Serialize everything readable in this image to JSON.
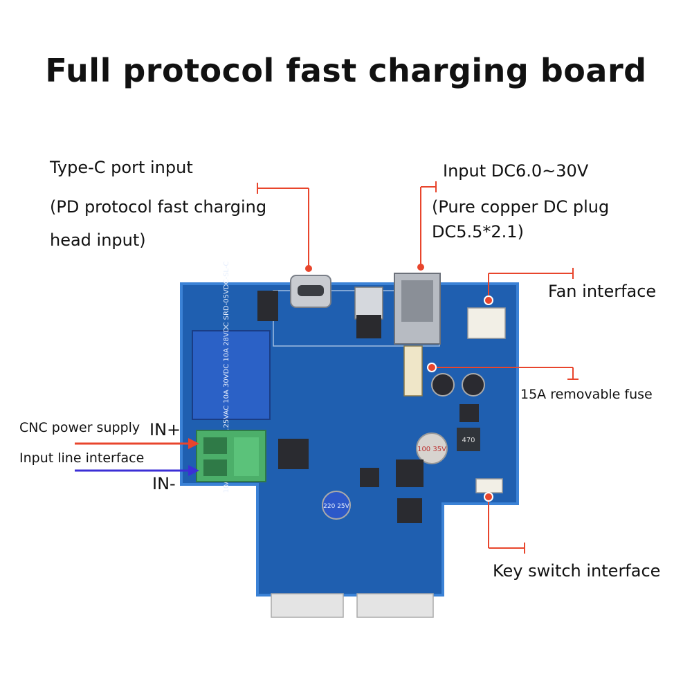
{
  "title": "Full protocol fast charging board",
  "labels": {
    "typec_line1": "Type-C port input",
    "typec_line2": "(PD protocol fast charging",
    "typec_line3": "head input)",
    "dc_line1": "Input DC6.0~30V",
    "dc_line2": "(Pure copper DC plug",
    "dc_line3": "DC5.5*2.1)",
    "fan": "Fan interface",
    "fuse": "15A removable fuse",
    "cnc": "CNC power supply",
    "in_plus": "IN+",
    "input_line": "Input line interface",
    "in_minus": "IN-",
    "key_switch": "Key switch interface"
  },
  "colors": {
    "board": "#1f5fb0",
    "board_edge": "#3b82d6",
    "terminal": "#4caf6a",
    "callout": "#e8452c",
    "arrow_red": "#e8452c",
    "arrow_blue": "#3b2fd6"
  },
  "components": {
    "relay_text": "10A 250VAC 15A 125VAC 10A 30VDC 10A 28VDC SRD-05VDC-SL-C",
    "cap_large_text": "100 35V",
    "cap_small_text": "220 25V",
    "inductor_text": "470"
  }
}
